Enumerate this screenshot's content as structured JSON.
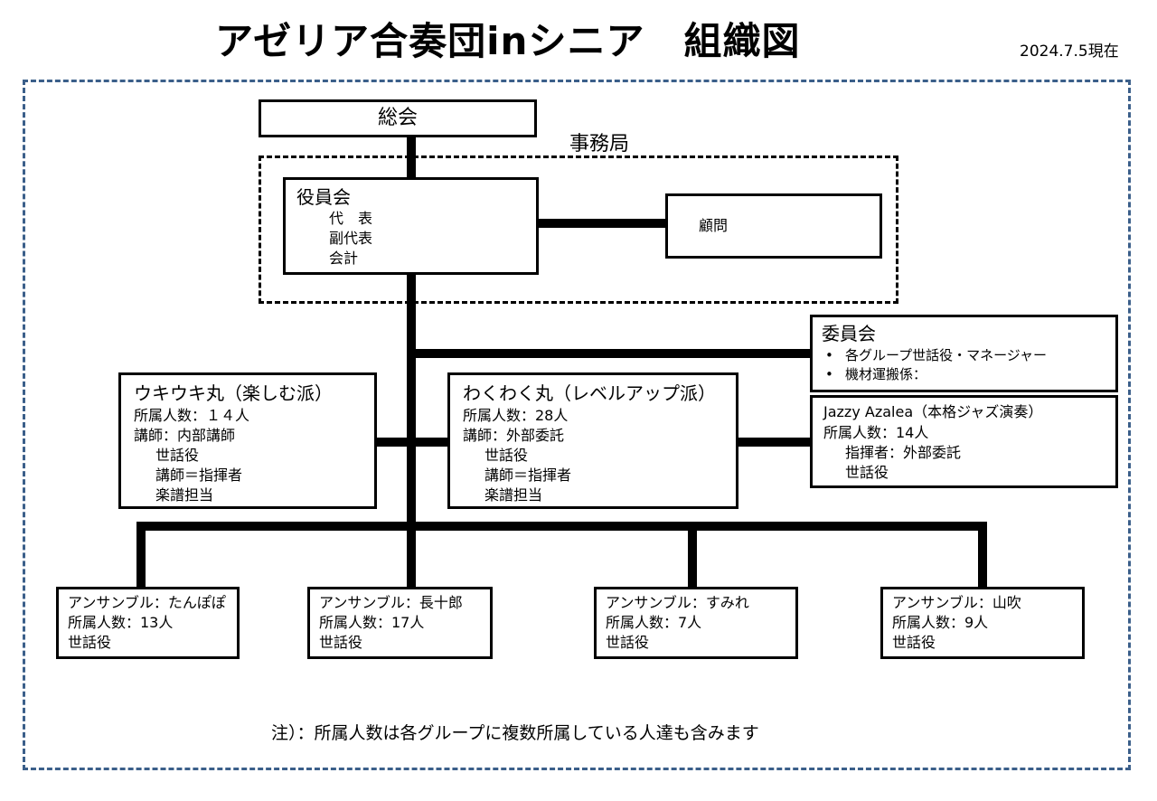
{
  "title": "アゼリア合奏団inシニア　組織図",
  "date": "2024.7.5現在",
  "general_meeting": "総会",
  "office_label": "事務局",
  "board": {
    "title": "役員会",
    "roles": [
      "代　表",
      "副代表",
      "会計"
    ]
  },
  "advisor": "顧問",
  "committee": {
    "title": "委員会",
    "items": [
      "各グループ世話役・マネージャー",
      "機材運搬係："
    ]
  },
  "ukiuki": {
    "title": "ウキウキ丸（楽しむ派）",
    "members": "所属人数：１４人",
    "instructor": "講師：内部講師",
    "lines": [
      "世話役",
      "講師＝指揮者",
      "楽譜担当"
    ]
  },
  "wakuwaku": {
    "title": "わくわく丸（レベルアップ派）",
    "members": "所属人数：28人",
    "instructor": "講師：外部委託",
    "lines": [
      "世話役",
      "講師＝指揮者",
      "楽譜担当"
    ]
  },
  "jazzy": {
    "title": "Jazzy Azalea（本格ジャズ演奏）",
    "members": "所属人数：14人",
    "lines": [
      "指揮者：外部委託",
      "世話役"
    ]
  },
  "ensembles": [
    {
      "name": "アンサンブル：たんぽぽ",
      "members": "所属人数：13人",
      "role": "世話役"
    },
    {
      "name": "アンサンブル：長十郎",
      "members": "所属人数：17人",
      "role": "世話役"
    },
    {
      "name": "アンサンブル：すみれ",
      "members": "所属人数：7人",
      "role": "世話役"
    },
    {
      "name": "アンサンブル：山吹",
      "members": "所属人数：9人",
      "role": "世話役"
    }
  ],
  "note": "注）：所属人数は各グループに複数所属している人達も含みます"
}
